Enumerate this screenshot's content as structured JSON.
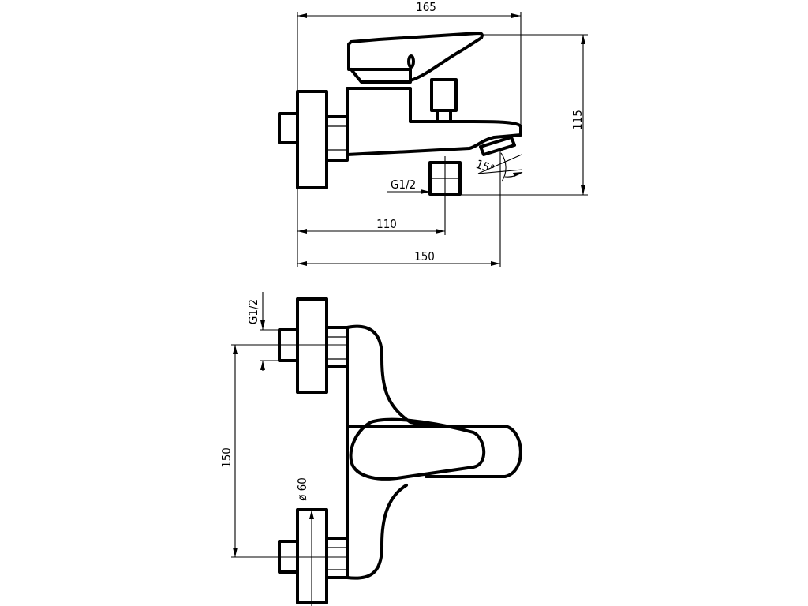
{
  "labels": {
    "top_width": "165",
    "height": "115",
    "thread_top": "G1/2",
    "angle": "15°",
    "spout_offset": "110",
    "depth": "150",
    "thread_side": "G1/2",
    "centers": "150",
    "flange_diameter": "ø 60"
  }
}
